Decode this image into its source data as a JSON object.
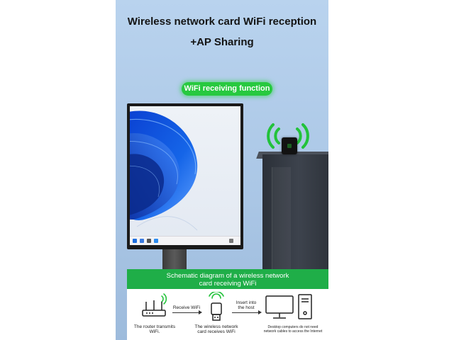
{
  "header": {
    "title_line1": "Wireless network card WiFi reception",
    "title_line2": "+AP Sharing"
  },
  "badge": {
    "label": "WiFi receiving function"
  },
  "diagram": {
    "title_line1": "Schematic diagram of a wireless network",
    "title_line2": "card receiving WiFi",
    "arrows": [
      {
        "label": "Receive WiFi"
      },
      {
        "label_line1": "Insert into",
        "label_line2": "the host"
      }
    ],
    "captions": {
      "router_line1": "The router transmits",
      "router_line2": "WiFi.",
      "card_line1": "The wireless network",
      "card_line2": "card receives WiFi",
      "desktop_line1": "Desktop computers do not need",
      "desktop_line2": "network cables to access the Internet"
    }
  },
  "colors": {
    "accent_green": "#1fae48",
    "badge_green": "#27c93f",
    "background_blue": "#abc7e6"
  },
  "icons": [
    "wifi-icon",
    "router-icon",
    "usb-adapter-icon",
    "desktop-computer-icon",
    "windows-wallpaper"
  ]
}
